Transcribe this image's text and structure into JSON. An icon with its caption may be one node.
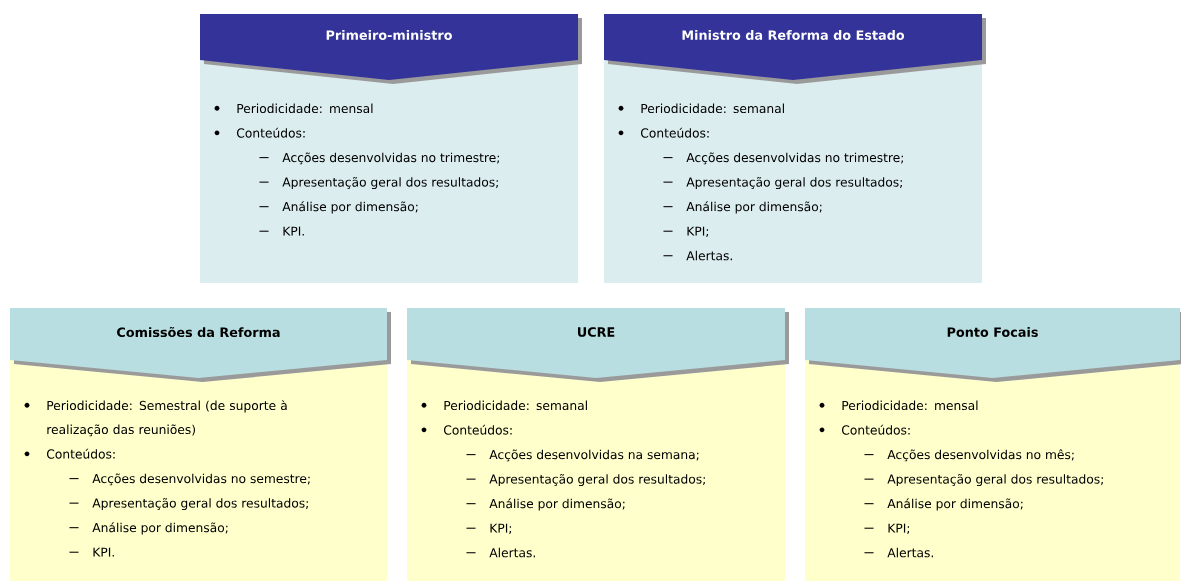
{
  "diagram": {
    "nodes": [
      {
        "text": [
          "Primeiro-ministro"
        ]
      },
      {
        "text": [
          "Periodicidade: mensal",
          "Conteúdos:",
          "Acções desenvolvidas no trimestre;",
          "Apresentação geral dos resultados;",
          "Análise por dimensão;",
          "KPI."
        ]
      },
      {
        "text": [
          "Ministro da Reforma do Estado"
        ]
      },
      {
        "text": [
          "Periodicidade: semanal",
          "Conteúdos:",
          "Acções desenvolvidas no trimestre;",
          "Apresentação geral dos resultados;",
          "Análise por dimensão;",
          "KPI;",
          "Alertas."
        ]
      },
      {
        "text": [
          "Comissões da Reforma"
        ]
      },
      {
        "text": [
          "Periodicidade: Semestral (de suporte à realização das reuniões)",
          "Conteúdos:",
          "Acções desenvolvidas no semestre;",
          "Apresentação geral dos resultados;",
          "Análise por dimensão;",
          "KPI."
        ]
      },
      {
        "text": [
          "UCRE"
        ]
      },
      {
        "text": [
          "Periodicidade: semanal",
          "Conteúdos:",
          "Acções desenvolvidas na semana;",
          "Apresentação geral dos resultados;",
          "Análise por dimensão;",
          "KPI;",
          "Alertas."
        ]
      },
      {
        "text": [
          "Ponto Focais"
        ]
      },
      {
        "text": [
          "Periodicidade: mensal",
          "Conteúdos:",
          "Acções desenvolvidas no mês;",
          "Apresentação geral dos resultados;",
          "Análise por dimensão;",
          "KPI;",
          "Alertas."
        ]
      }
    ]
  }
}
